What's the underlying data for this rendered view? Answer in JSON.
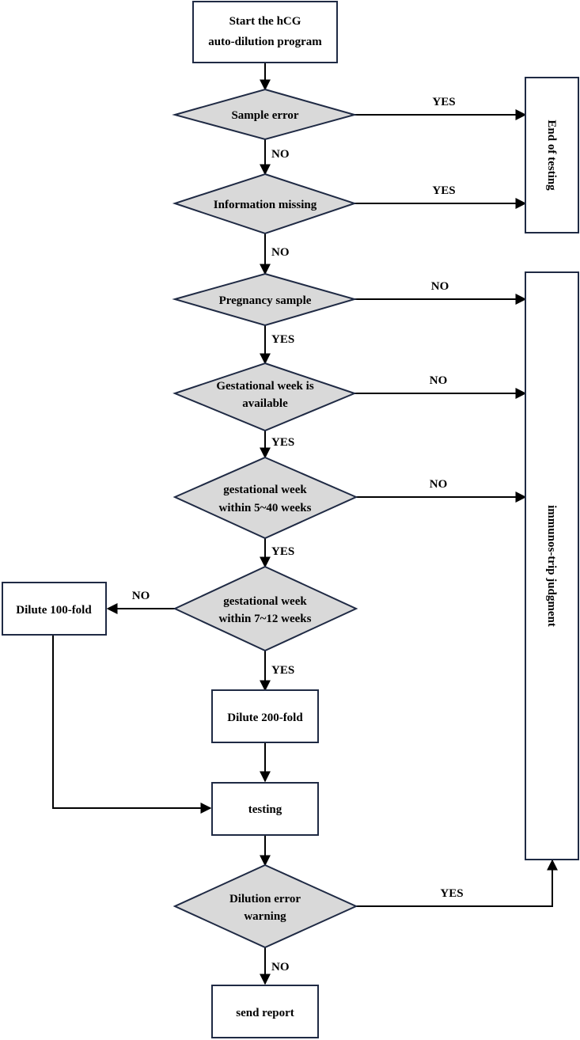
{
  "nodes": {
    "start": [
      "Start the hCG",
      "auto-dilution program"
    ],
    "sample_error": [
      "Sample error"
    ],
    "information_missing": [
      "Information missing"
    ],
    "end_of_testing": [
      "End of testing"
    ],
    "pregnancy_sample": [
      "Pregnancy sample"
    ],
    "gestational_week_available": [
      "Gestational week is",
      "available"
    ],
    "gestational_week_5_40": [
      "gestational week",
      "within 5~40 weeks"
    ],
    "gestational_week_7_12": [
      "gestational week",
      "within 7~12 weeks"
    ],
    "dilute_100": [
      "Dilute 100-fold"
    ],
    "dilute_200": [
      "Dilute 200-fold"
    ],
    "testing": [
      "testing"
    ],
    "dilution_error_warning": [
      "Dilution error",
      "warning"
    ],
    "send_report": [
      "send report"
    ],
    "immunostrip_judgment": [
      "immunos-trip judgment"
    ]
  },
  "edges": {
    "sample_error_yes": "YES",
    "sample_error_no": "NO",
    "info_missing_yes": "YES",
    "info_missing_no": "NO",
    "pregnancy_no": "NO",
    "pregnancy_yes": "YES",
    "gw_available_no": "NO",
    "gw_available_yes": "YES",
    "gw_5_40_no": "NO",
    "gw_5_40_yes": "YES",
    "gw_7_12_no": "NO",
    "gw_7_12_yes": "YES",
    "dilution_error_yes": "YES",
    "dilution_error_no": "NO"
  }
}
